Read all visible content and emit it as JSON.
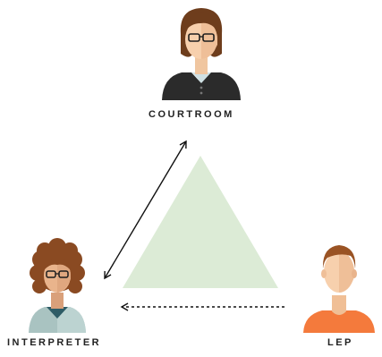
{
  "nodes": {
    "courtroom": {
      "label": "COURTROOM",
      "icon": "judge-avatar-icon"
    },
    "interpreter": {
      "label": "INTERPRETER",
      "icon": "interpreter-avatar-icon"
    },
    "lep": {
      "label": "LEP",
      "icon": "lep-avatar-icon"
    }
  },
  "edges": [
    {
      "from": "courtroom",
      "to": "interpreter",
      "style": "solid",
      "direction": "bidirectional"
    },
    {
      "from": "lep",
      "to": "interpreter",
      "style": "dashed",
      "direction": "one-way"
    }
  ],
  "colors": {
    "triangle": "#dcebd6",
    "label": "#222222",
    "lep_shirt": "#f47a3c",
    "interpreter_shirt": "#a9c3c1",
    "judge_robe": "#2b2b2b"
  }
}
